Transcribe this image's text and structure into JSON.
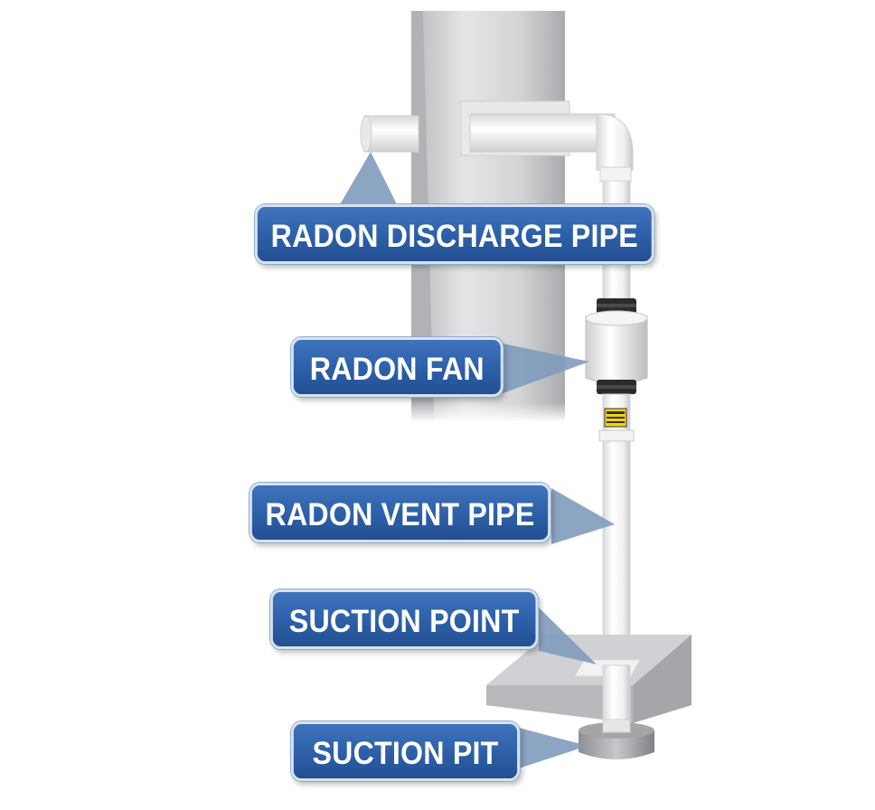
{
  "labels": {
    "discharge_pipe": "RADON DISCHARGE PIPE",
    "fan": "RADON FAN",
    "vent_pipe": "RADON VENT PIPE",
    "suction_point": "SUCTION POINT",
    "suction_pit": "SUCTION PIT"
  },
  "colors": {
    "label_fill": "#2c5fa7",
    "label_border": "#d7e2ef",
    "label_text": "#ffffff",
    "pointer": "#7f9bbd",
    "wall": "#c9cbce",
    "pipe": "#f4f4f4",
    "fan_band": "#2b2b2b",
    "warning_tag": "#f2d21b"
  }
}
